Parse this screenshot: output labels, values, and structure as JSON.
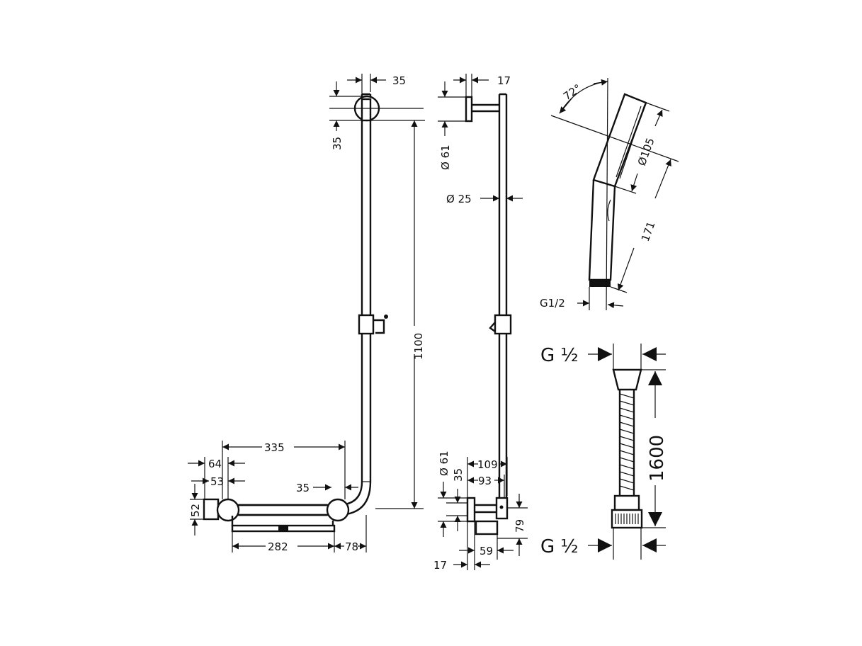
{
  "front_view": {
    "dim_rail_width": "35",
    "dim_top_flange": "35",
    "dim_height": "1100",
    "dim_bar_length": "335",
    "dim_bracket_64": "64",
    "dim_bracket_53": "53",
    "dim_flange_35": "35",
    "dim_bracket_52": "52",
    "dim_shelf_282": "282",
    "dim_offset_78": "78"
  },
  "side_view": {
    "dim_top_17": "17",
    "dim_flange_dia": "Ø 61",
    "dim_rail_dia": "Ø 25",
    "dim_bottom_flange_dia": "Ø 61",
    "dim_bottom_35": "35",
    "dim_109": "109",
    "dim_93": "93",
    "dim_79": "79",
    "dim_59": "59",
    "dim_bottom_17": "17"
  },
  "hand_shower": {
    "dim_angle": "72°",
    "dim_head_dia": "Ø105",
    "dim_length": "171",
    "dim_thread": "G1/2"
  },
  "hose": {
    "thread_top": "G ½",
    "length": "1600",
    "thread_bottom": "G ½"
  }
}
